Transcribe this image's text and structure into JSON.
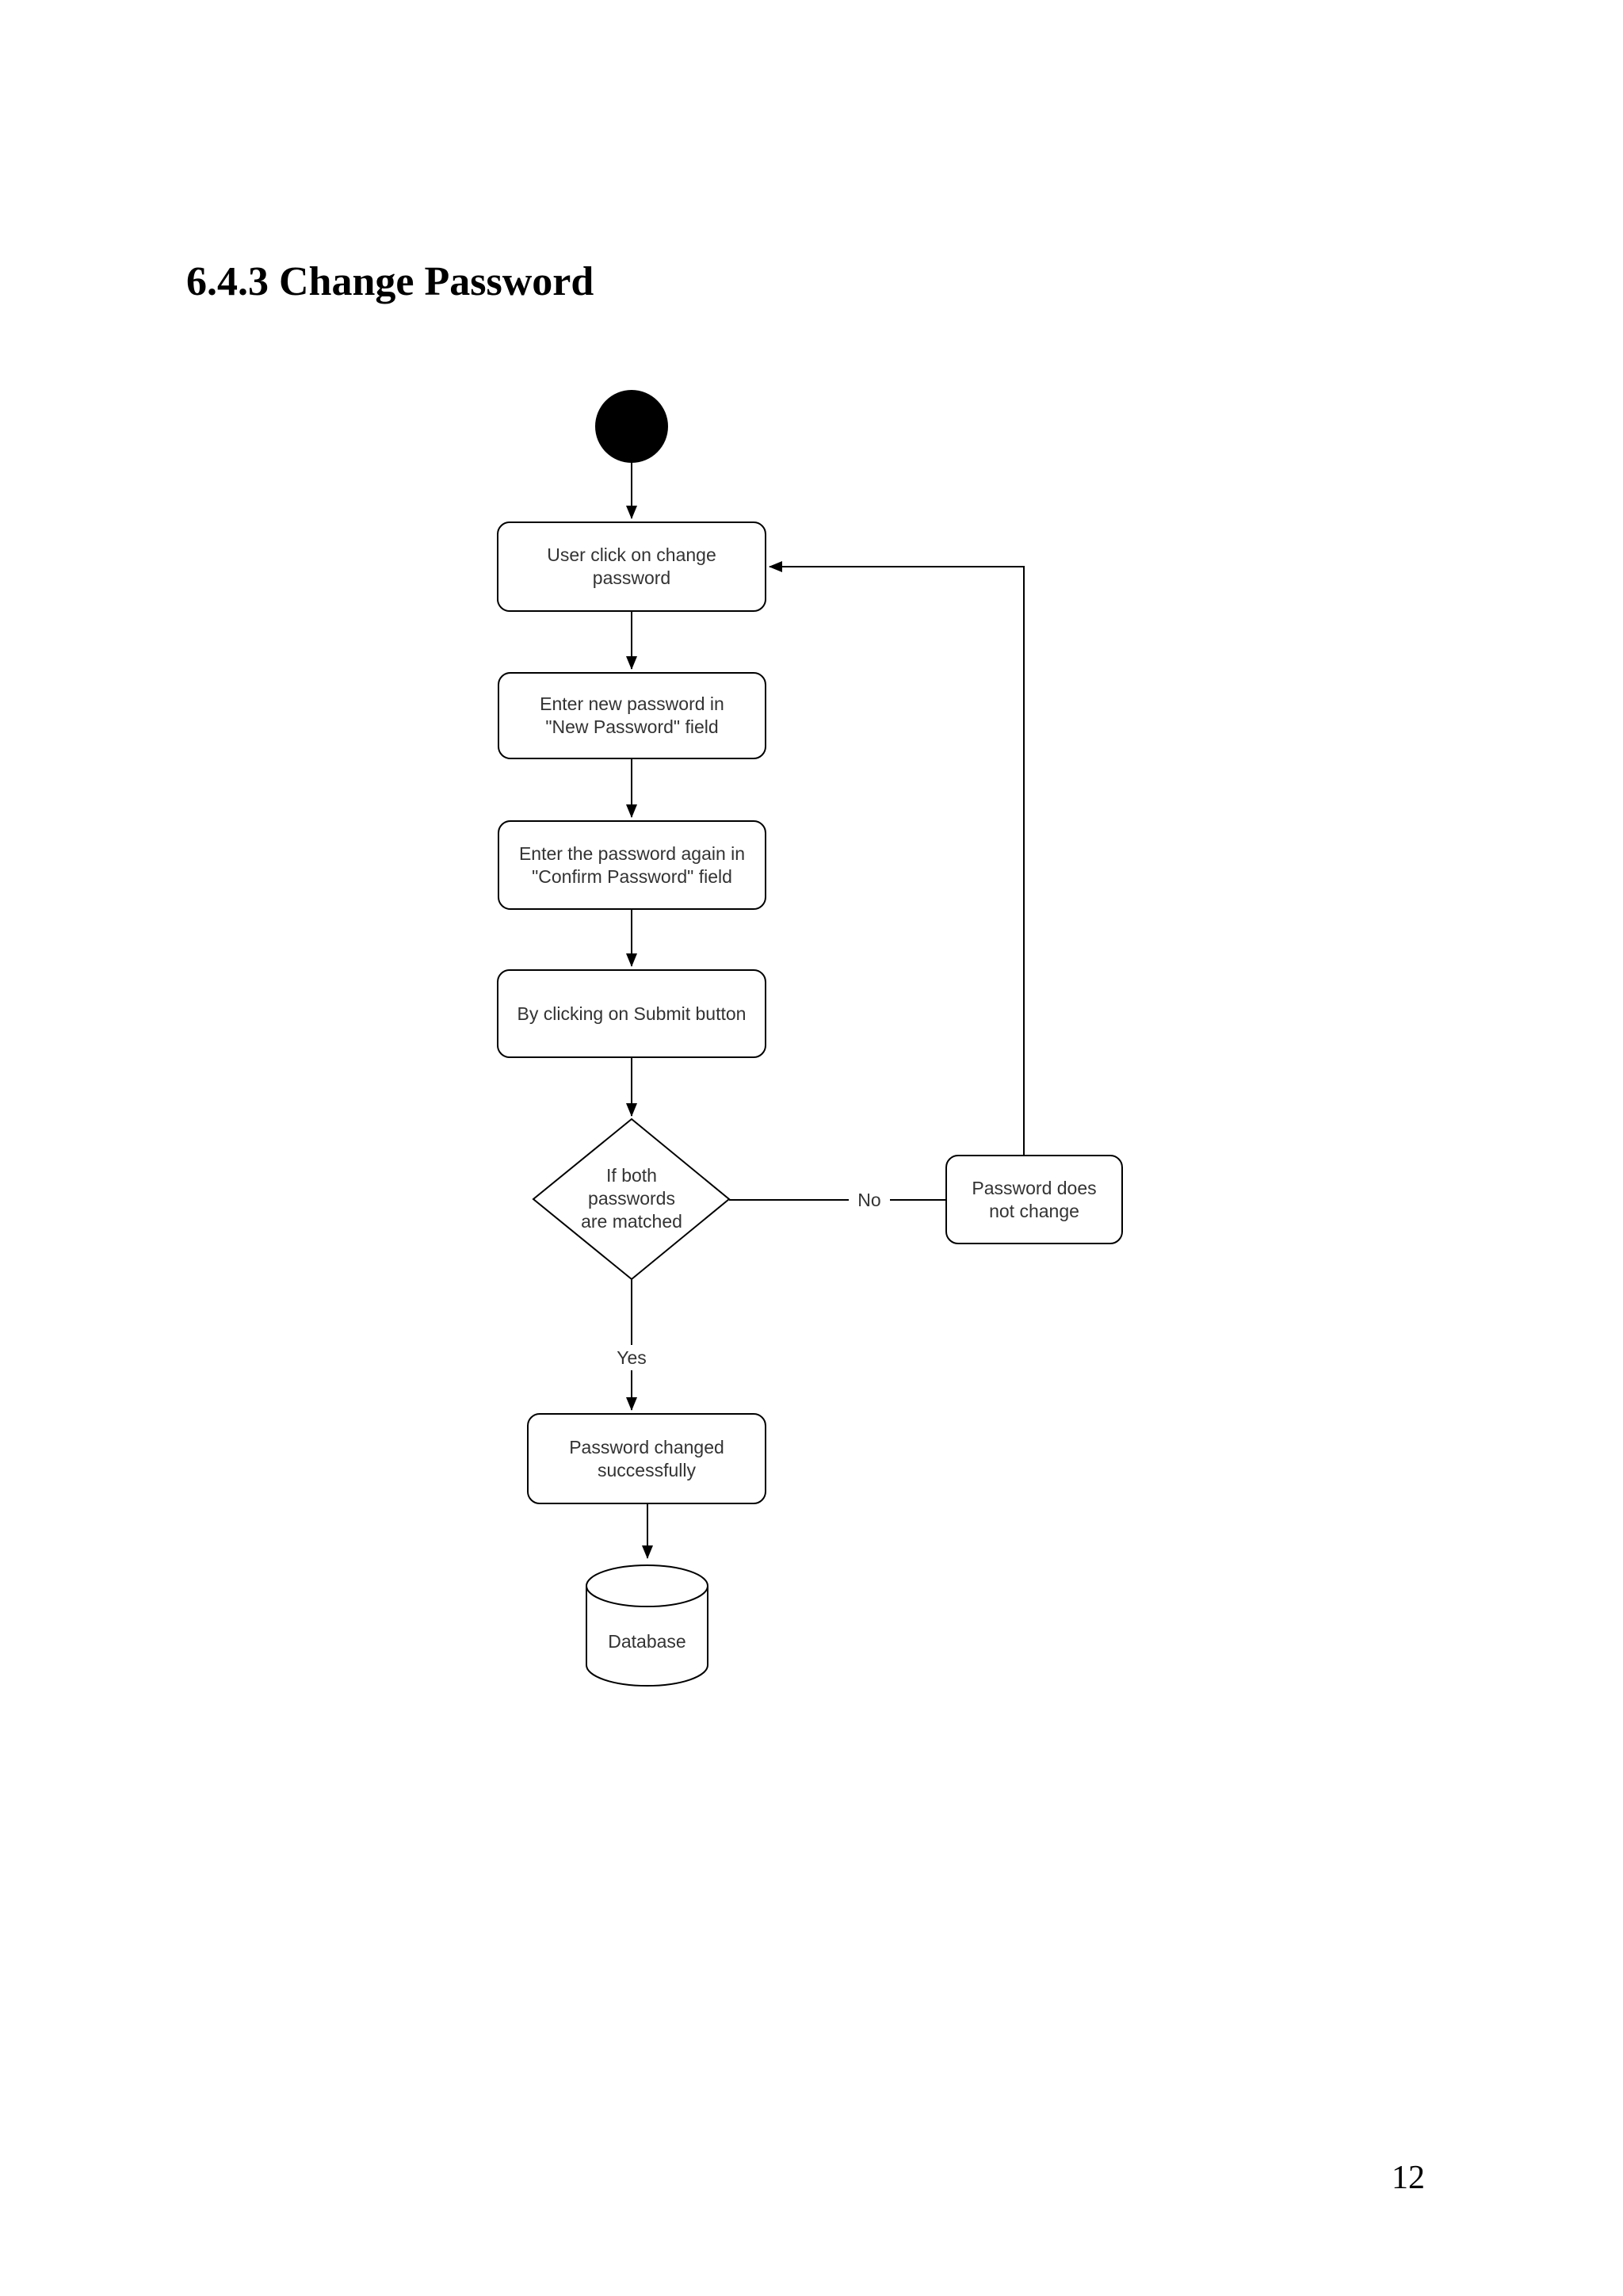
{
  "page": {
    "heading": "6.4.3 Change Password",
    "page_number": "12"
  },
  "diagram": {
    "nodes": {
      "step1": {
        "label": "User click on change password",
        "lines": [
          "User click on change",
          "password"
        ]
      },
      "step2": {
        "label": "Enter new password in \"New Password\" field",
        "lines": [
          "Enter new password in",
          "\"New Password\" field"
        ]
      },
      "step3": {
        "label": "Enter the password again in \"Confirm Password\" field",
        "lines": [
          "Enter the password again in",
          "\"Confirm Password\" field"
        ]
      },
      "step4": {
        "label": "By clicking on Submit button",
        "lines": [
          "By clicking on Submit button"
        ]
      },
      "decision": {
        "label": "If both passwords are matched",
        "lines": [
          "If both",
          "passwords",
          "are matched"
        ]
      },
      "no_outcome": {
        "label": "Password does not change",
        "lines": [
          "Password does",
          "not change"
        ]
      },
      "success": {
        "label": "Password changed successfully",
        "lines": [
          "Password changed",
          "successfully"
        ]
      },
      "database": {
        "label": "Database"
      }
    },
    "edge_labels": {
      "no": "No",
      "yes": "Yes"
    },
    "colors": {
      "stroke": "#000000",
      "node_text": "#333333",
      "page_background": "#ffffff"
    }
  }
}
